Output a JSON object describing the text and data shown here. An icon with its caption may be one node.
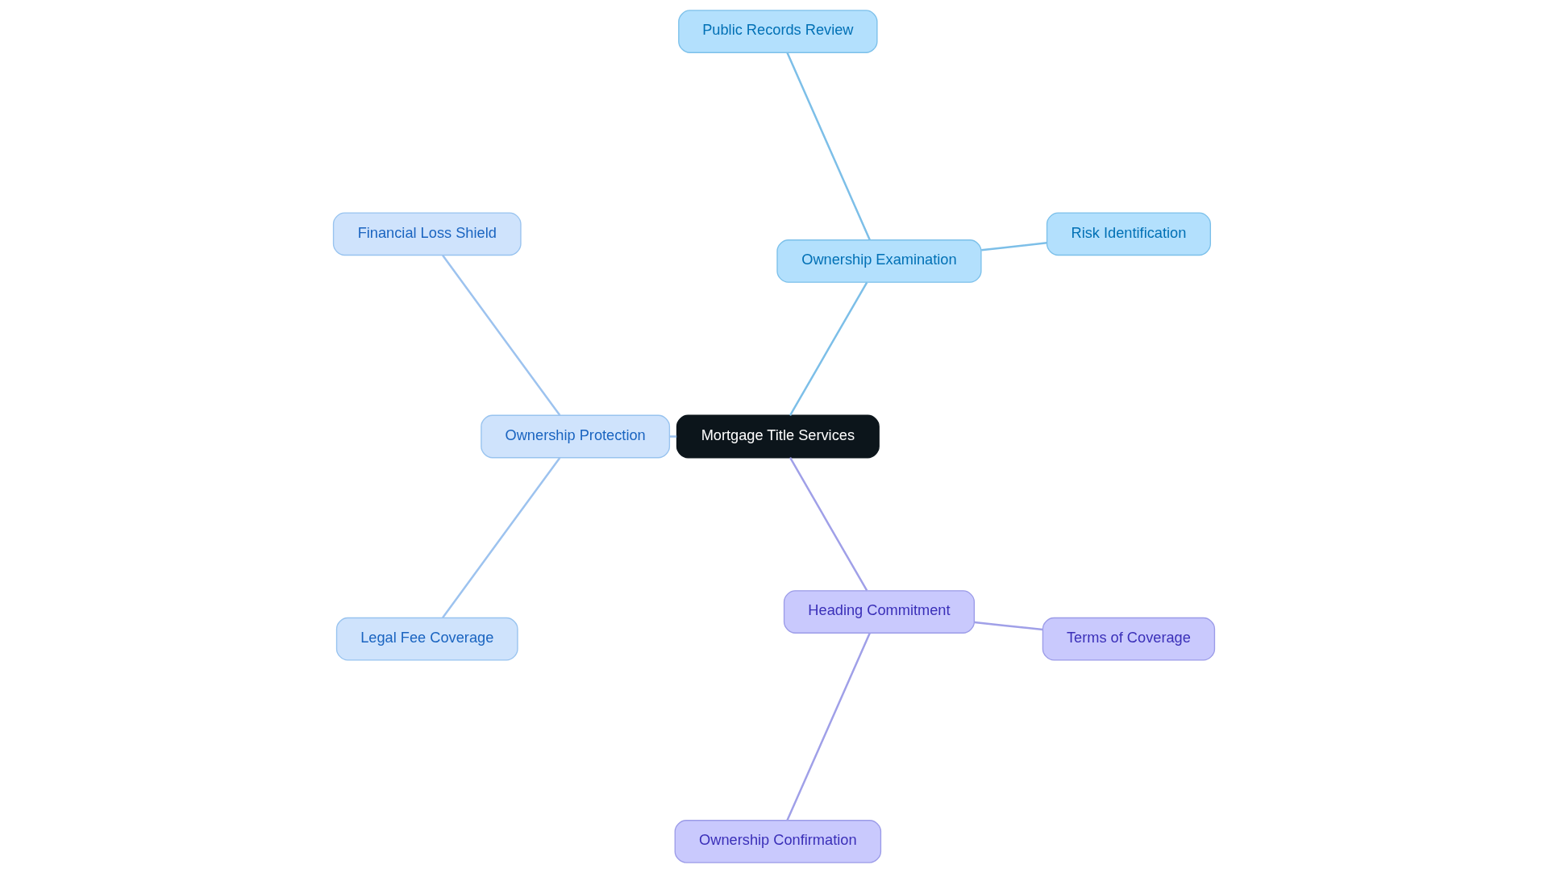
{
  "diagram": {
    "nodes": [
      {
        "text": [
          "Mortgage Title Services"
        ]
      },
      {
        "text": [
          "Ownership Examination"
        ]
      },
      {
        "text": [
          "Risk Identification"
        ]
      },
      {
        "text": [
          "Public Records Review"
        ]
      },
      {
        "text": [
          "Ownership Protection"
        ]
      },
      {
        "text": [
          "Financial Loss Shield"
        ]
      },
      {
        "text": [
          "Legal Fee Coverage"
        ]
      },
      {
        "text": [
          "Heading Commitment"
        ]
      },
      {
        "text": [
          "Ownership Confirmation"
        ]
      },
      {
        "text": [
          "Terms of Coverage"
        ]
      }
    ],
    "edges": [
      {
        "from": 0,
        "to": 1,
        "arrow": "none",
        "color": "#7dbfe8"
      },
      {
        "from": 1,
        "to": 2,
        "arrow": "none",
        "color": "#7dbfe8"
      },
      {
        "from": 1,
        "to": 3,
        "arrow": "none",
        "color": "#7dbfe8"
      },
      {
        "from": 0,
        "to": 4,
        "arrow": "none",
        "color": "#9dc3ef"
      },
      {
        "from": 4,
        "to": 5,
        "arrow": "none",
        "color": "#9dc3ef"
      },
      {
        "from": 4,
        "to": 6,
        "arrow": "none",
        "color": "#9dc3ef"
      },
      {
        "from": 0,
        "to": 7,
        "arrow": "none",
        "color": "#a0a0e8"
      },
      {
        "from": 7,
        "to": 8,
        "arrow": "none",
        "color": "#a0a0e8"
      },
      {
        "from": 7,
        "to": 9,
        "arrow": "none",
        "color": "#a0a0e8"
      }
    ]
  }
}
